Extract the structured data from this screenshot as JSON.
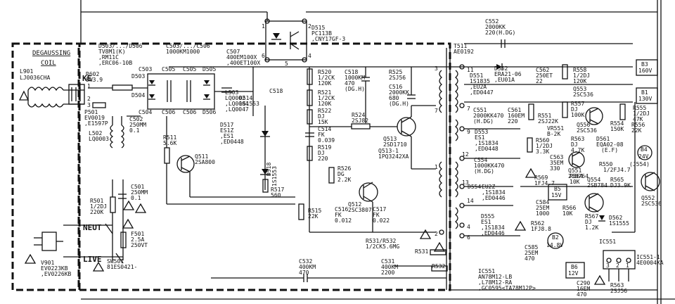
{
  "sections": {
    "degaussing_title": "DEGAUSSING",
    "degaussing_coil": "COIL",
    "neut": "NEUT",
    "live": "LIVE",
    "ke": "KE"
  },
  "components": {
    "L901": "L901",
    "L901_part": "LJ0036CHA",
    "P501": "P501",
    "P501_part": "EV0019",
    ",E1597P": ",E1597P",
    "R602": "R602",
    "R602_val": "8W3.9",
    "D503_506": "D503/.../D506",
    "D503_506_a": "TV8M1(K)",
    "D503_506_b": ",RM11C",
    "D503_506_c": ",ERC06-10B",
    "C503_506": "C503/.../C506",
    "C503_506_val": "1000KM1000",
    "C507": "C507",
    "C507_a": "400EM100X",
    "C507_b": ",400ET100X",
    "D515": "D515",
    "D515_a": "PC113B",
    "D515_b": ",CNY17GF-3",
    "T511": "T511",
    "T511_part": "AE0192",
    "C552": "C552",
    "C552_a": "2000KK",
    "C552_b": "220(H.DG)",
    "L503": "L503",
    "L503_a": "LQ0002",
    "L503_b": ",LQ0004",
    "L503_c": ",LQ0047",
    "D514": "D514",
    "D514_val": "1S1553",
    "C518b": "C518",
    "C502": "C502",
    "C502_a": "250MM",
    "C502_b": "0.1",
    "L502": "L502",
    "L502_part": "LQ0003",
    "R511": "R511",
    "R511_val": "5.6K",
    "Q511": "Q511",
    "Q511_part": "2SA800",
    "D517": "D517",
    "D517_a": "ES1Z",
    "D517_b": ",ES1",
    "D517_c": ",ED0448",
    "D518": "D518",
    "D518_val": "1S1553",
    "R517": "R517",
    "R517_val": "560",
    "R520": "R520",
    "R520_a": "1/2CK",
    "R520_b": "120K",
    "R521": "R521",
    "R521_a": "1/2CK",
    "R521_b": "120K",
    "R522": "R522",
    "R522_a": "DJ",
    "R522_b": "15K",
    "C514": "C514",
    "C514_a": "FK",
    "C514_b": "0.039",
    "R519": "R519",
    "R519_a": "DJ",
    "R519_b": "220",
    "R526": "R526",
    "R526_a": "DG",
    "R526_b": "2.2K",
    "C518": "C518",
    "C518_a": "1000KM",
    "C518_b": "470",
    "C518_c": "(DG.H)",
    "R525": "R525",
    "R525_val": "2SJ56",
    "C516": "C516",
    "C516_a": "2000KK",
    "C516_b": "680",
    "C516_c": "(DG.H)",
    "R524": "R524",
    "R524_val": "2SJ82",
    "Q513": "Q513",
    "Q513_part": "2SD1710",
    "Q513_1": "Q513-1",
    "Q513_1_part": "1PQ3242XA",
    "Q512": "Q512",
    "Q512_part": "2SC3807",
    "R515": "R515",
    "R515_val": "22K",
    "C516b": "C516",
    "C516b_a": "FK",
    "C516b_b": "0.012",
    "C517": "C517",
    "C517_a": "FK",
    "C517_b": "0.022",
    "R501": "R501",
    "R501_a": "1/2DJ",
    "R501_b": "220K",
    "C501": "C501",
    "C501_a": "250MM",
    "C501_b": "0.1",
    "F501": "F501",
    "F501_a": "2.5A",
    "F501_b": "250VT",
    "V901": "V901",
    "V901_a": "EV0223KB",
    "V901_b": ",EV0226KB",
    "SW501": "SW501",
    "SW501_part": "81ES0421-",
    "R531_532": "R531/R532",
    "R531_532_val": "1/2CK5.6MG",
    "R531": "R531",
    "R532": "R532",
    "C532": "C532",
    "C532_a": "400KM",
    "C532_b": "470",
    "C531": "C531",
    "C531_a": "400KM",
    "C531_b": "2200",
    "D551": "D551",
    "D551_a": "1S1835",
    "D551_b": ",EU2A",
    "D551_c": ",ED0447",
    "D552": "D552",
    "D552_a": "ERA21-06",
    "D552_b": ",EU01A",
    "C562": "C562",
    "C562_a": "250ET",
    "C562_b": "22",
    "R558": "R558",
    "R558_a": "1/2DJ",
    "R558_b": "120K",
    "Q553": "Q553",
    "Q553_part": "2SC536",
    "C551": "C551",
    "C551_a": "2000KK470",
    "C551_b": "(H.DG)",
    "C561": "C561",
    "C561_a": "160EM",
    "C561_b": "220",
    "R551": "R551",
    "R551_a": "2SJ22K",
    "VR551": "VR551",
    "VR551_a": "B-2K",
    "R557": "R557",
    "R557_a": "DJ",
    "R557_b": "100K",
    "Q556": "Q556",
    "Q556_part": "2SC536",
    "R554": "R554",
    "R554_val": "150K",
    "R555": "R555",
    "R555_a": "1/2DJ",
    "R555_b": "47K",
    "R556": "R556",
    "R556_val": "22K",
    "D553": "D553",
    "D553_a": "ES1",
    "D553_b": ",1S1834",
    "D553_c": ",ED0448",
    "R560": "R560",
    "R560_a": "1/2DJ",
    "R560_b": "3.3K",
    "R563": "R563",
    "R563_a": "DJ",
    "R563_b": "4.7K",
    "D561": "D561",
    "D561_a": "EQA02-08",
    "D561_b": "(E.F)",
    "C554": "C554",
    "C554_a": "1000KK470",
    "C554_b": "(H.DG)",
    "C563": "C563",
    "C563_a": "35EM",
    "C563_b": "330",
    "Q551": "Q551",
    "Q551_part": "2SB764",
    "R550": "R550",
    "R550_a": "(J554)",
    "R550_b": "1/2FJ4.7",
    "D554": "D554",
    "D554_a": "EU2Z",
    "D554_b": ",1S1834",
    "D554_c": ",ED0446",
    "R569": "R569",
    "R569_a": "1FJ4.7",
    "R564": "R564",
    "R564_val": "10K",
    "Q554": "Q554",
    "Q554_part": "2SB784",
    "R565": "R565",
    "R565_val": "DJ3.9K",
    "Q552": "Q552",
    "Q552_part": "2SC536",
    "C584": "C584",
    "C584_a": "25EM",
    "C584_b": "1000",
    "R566": "R566",
    "R566_val": "10K",
    "D555": "D555",
    "D555_a": "ES1",
    "D555_b": ",1S1834",
    "D555_c": ",ED0446",
    "R562": "R562",
    "R562_a": "1FJ8.8",
    "R567": "R567",
    "R567_a": "DJ",
    "R567_b": "1.2K",
    "D562": "D562",
    "D562_val": "1S1555",
    "C585": "C585",
    "C585_a": "25EM",
    "C585_b": "470",
    "IC551": "IC551",
    "IC551_a": "AN78M12-LB",
    "IC551_b": ",L78M12-RA",
    ",GC0595": ",GC0595<TA78M12P>",
    "IC551_1": "IC551-1",
    "IC551_1_part": "4E0004XA",
    "C290": "C290",
    "C290_a": "16EM",
    "C290_b": "470",
    "R563b": "R563",
    "R563b_val": "2SJ56"
  },
  "outputs": {
    "B3": {
      "id": "B3",
      "voltage": "160V"
    },
    "B1": {
      "id": "B1",
      "voltage": "130V"
    },
    "B4": {
      "id": "B4",
      "voltage": "24V"
    },
    "B5": {
      "id": "B5",
      "voltage": "15V"
    },
    "B2": {
      "id": "B2",
      "voltage": "14.8V"
    },
    "B6": {
      "id": "B6",
      "voltage": "12V"
    }
  },
  "pins": {
    "p1": "1",
    "p2": "2",
    "p3": "3",
    "p4": "4",
    "p5": "5",
    "p6": "6",
    "p7": "7",
    "p9": "9",
    "p11": "11",
    "p12": "12",
    "p13": "13",
    "p14": "14"
  }
}
